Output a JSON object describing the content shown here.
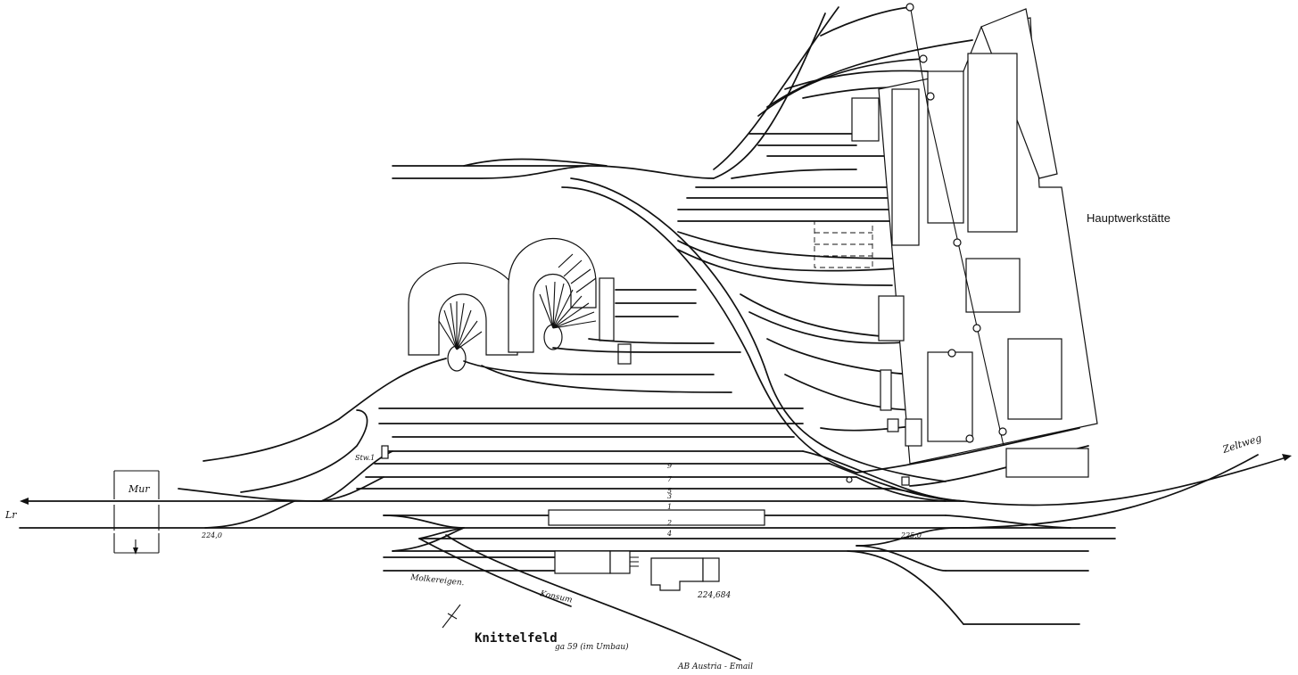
{
  "labels": {
    "station": "Knittelfeld",
    "station_note": "ga 59 (im Umbau)",
    "workshop": "Hauptwerkstätte",
    "river": "Mur",
    "to_east": "Zeltweg",
    "to_west": "Lr",
    "siding_dairy": "Molkereigen.",
    "siding_consum": "Konsum",
    "siding_factory": "AB Austria - Email",
    "signal_box": "Stw.1",
    "km_west": "224,0",
    "km_east": "225,0",
    "km_building": "224,684"
  },
  "track_numbers": [
    "9",
    "7",
    "5",
    "3",
    "1",
    "2",
    "4"
  ],
  "colors": {
    "ink": "#111111",
    "paper": "#ffffff"
  }
}
